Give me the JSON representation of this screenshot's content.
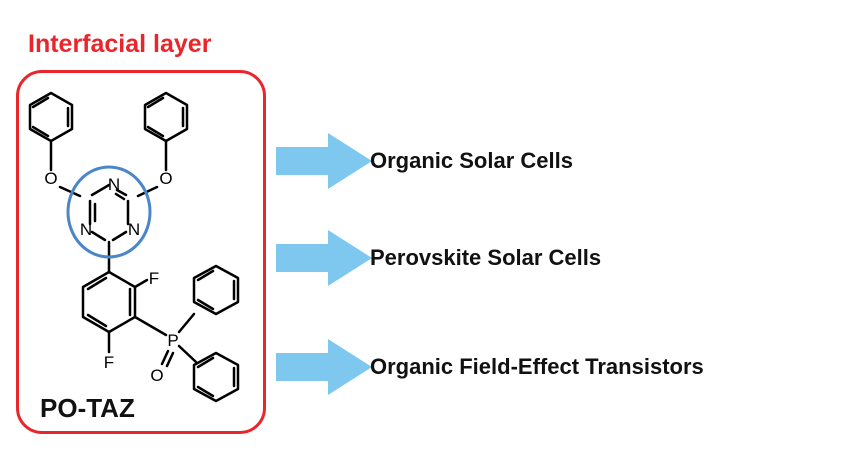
{
  "title": "Interfacial layer",
  "compound": {
    "name": "PO-TAZ",
    "atoms": {
      "oxygen_left": "O",
      "oxygen_right": "O",
      "nitrogen_top": "N",
      "nitrogen_left": "N",
      "nitrogen_right": "N",
      "fluorine_top": "F",
      "fluorine_bottom": "F",
      "phosphorus": "P",
      "oxygen_phosphoryl": "O"
    }
  },
  "applications": [
    {
      "label": "Organic Solar Cells"
    },
    {
      "label": "Perovskite Solar Cells"
    },
    {
      "label": "Organic Field-Effect Transistors"
    }
  ],
  "colors": {
    "title": "#e8262c",
    "frame": "#e8262c",
    "highlight_ring": "#4a86c8",
    "arrow_fill": "#7ec8ef"
  }
}
